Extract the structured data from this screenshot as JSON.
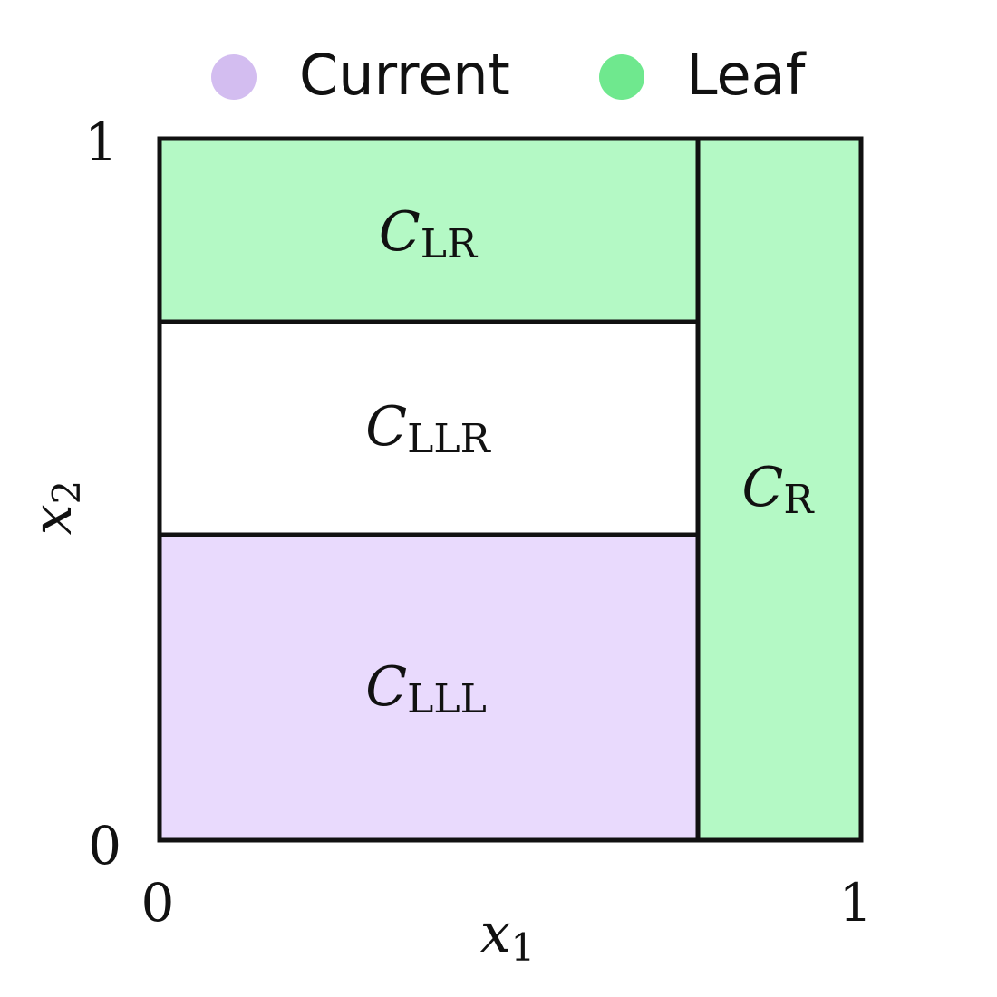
{
  "legend": {
    "items": [
      {
        "label": "Current",
        "color": "#d3bdf0"
      },
      {
        "label": "Leaf",
        "color": "#6fe88e"
      }
    ]
  },
  "axes": {
    "x": {
      "symbol": "x",
      "subscript": "1",
      "tick_min": "0",
      "tick_max": "1"
    },
    "y": {
      "symbol": "x",
      "subscript": "2",
      "tick_min": "0",
      "tick_max": "1"
    }
  },
  "colors": {
    "current_fill": "#e9dafd",
    "leaf_fill": "#b4f9c5",
    "plain_fill": "#ffffff",
    "border": "#111111"
  },
  "cells": [
    {
      "name": "C",
      "subscript": "LR",
      "status": "leaf"
    },
    {
      "name": "C",
      "subscript": "LLR",
      "status": "plain"
    },
    {
      "name": "C",
      "subscript": "LLL",
      "status": "current"
    },
    {
      "name": "C",
      "subscript": "R",
      "status": "leaf"
    }
  ]
}
